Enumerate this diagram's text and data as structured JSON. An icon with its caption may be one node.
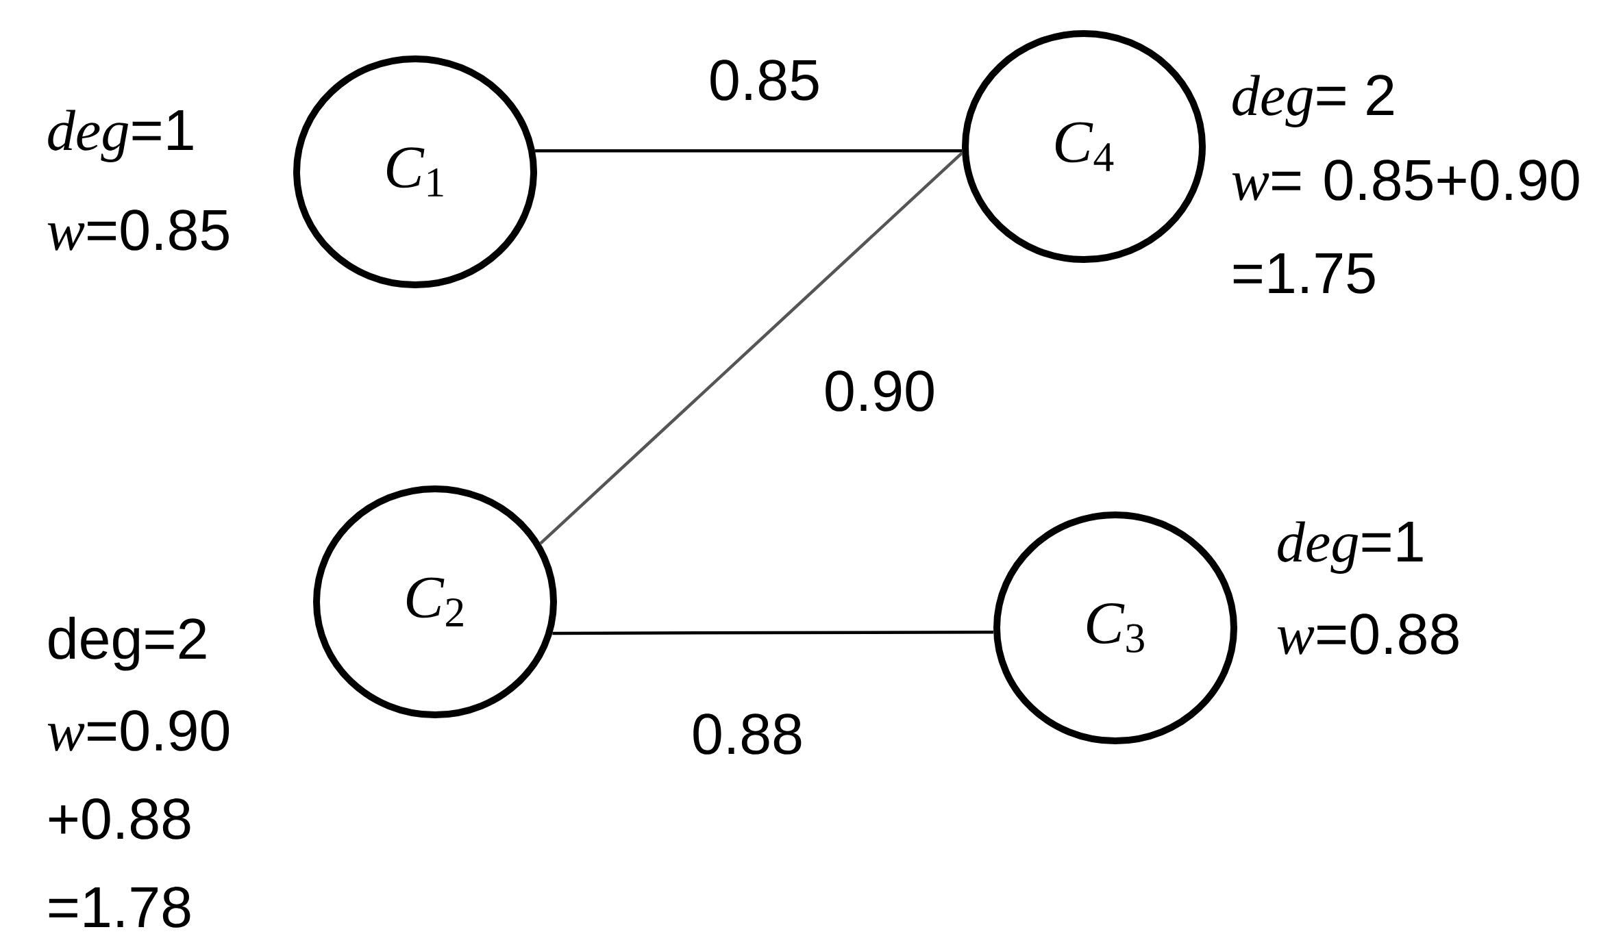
{
  "diagram": {
    "nodes": [
      {
        "text": [
          "*C*$_{1}$"
        ],
        "beside": [
          "*deg*=1",
          "*w*=0.85"
        ]
      },
      {
        "text": [
          "*C*$_{4}$"
        ],
        "beside": [
          "*deg*= 2",
          "*w*= 0.85+0.90 =1.75"
        ]
      },
      {
        "text": [
          "*C*$_{2}$"
        ],
        "beside": [
          "deg=2",
          "*w*=0.90 +0.88 =1.78"
        ]
      },
      {
        "text": [
          "*C*$_{3}$"
        ],
        "beside": [
          "*deg*=1",
          "*w*=0.88"
        ]
      }
    ],
    "edges": [
      {
        "from": 0,
        "to": 1,
        "arrow": "none",
        "label": "0.85"
      },
      {
        "from": 1,
        "to": 2,
        "arrow": "none",
        "label": "0.90",
        "color": "#555555"
      },
      {
        "from": 2,
        "to": 3,
        "arrow": "none",
        "label": "0.88"
      }
    ]
  }
}
